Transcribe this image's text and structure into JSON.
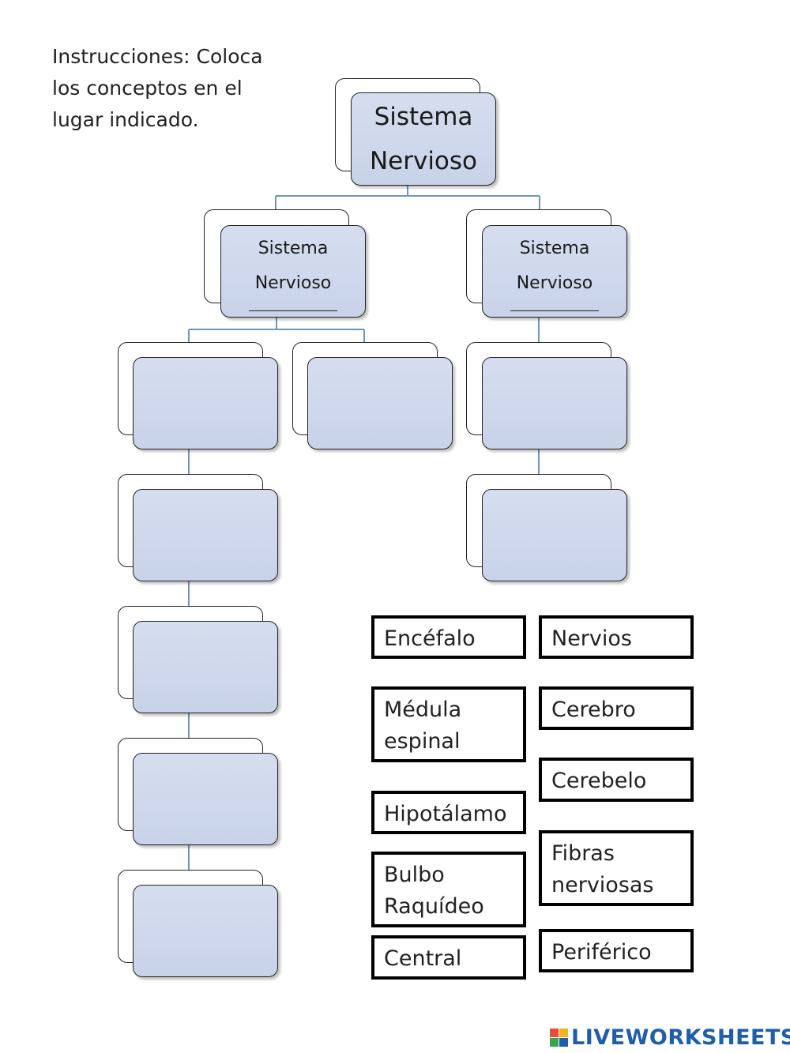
{
  "instructions": "Instrucciones: Coloca los conceptos en el lugar indicado.",
  "root": {
    "line1": "Sistema",
    "line2": "Nervioso"
  },
  "left_branch": {
    "line1": "Sistema",
    "line2": "Nervioso"
  },
  "right_branch": {
    "line1": "Sistema",
    "line2": "Nervioso"
  },
  "concepts": [
    "Encéfalo",
    "Nervios",
    "Médula espinal",
    "Cerebro",
    "Cerebelo",
    "Hipotálamo",
    "Fibras nerviosas",
    "Bulbo Raquídeo",
    "Central",
    "Periférico"
  ],
  "colors": {
    "box_fill": "#cfd8ec",
    "connector": "#6f95bd",
    "logo": "#1f5ea8"
  },
  "logo": {
    "text": "LIVEWORKSHEETS",
    "icon": "liveworksheets-logo-icon"
  }
}
